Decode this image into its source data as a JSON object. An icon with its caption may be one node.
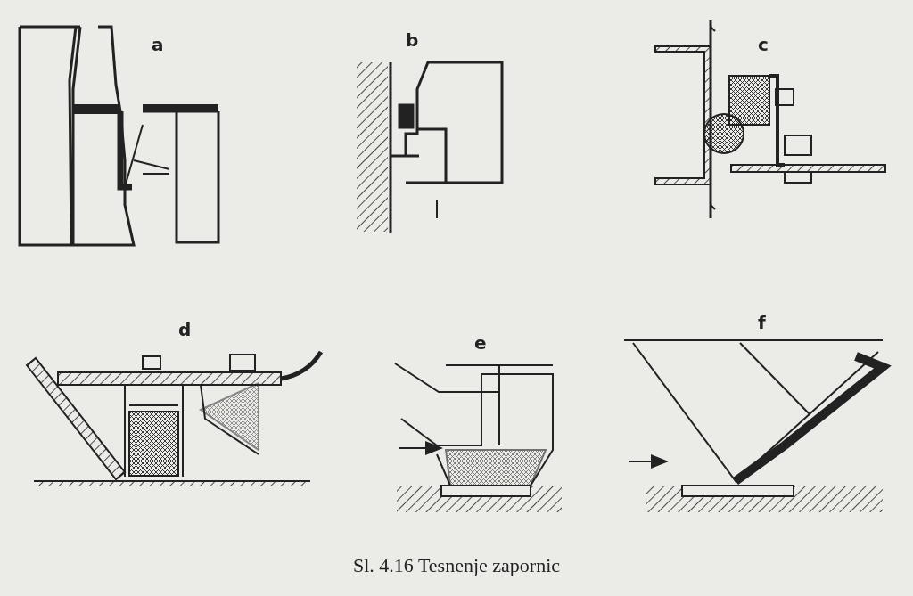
{
  "diagram": {
    "caption": "Sl. 4.16 Tesnenje zapornic",
    "labels": [
      "a",
      "b",
      "c",
      "d",
      "e",
      "f"
    ]
  }
}
